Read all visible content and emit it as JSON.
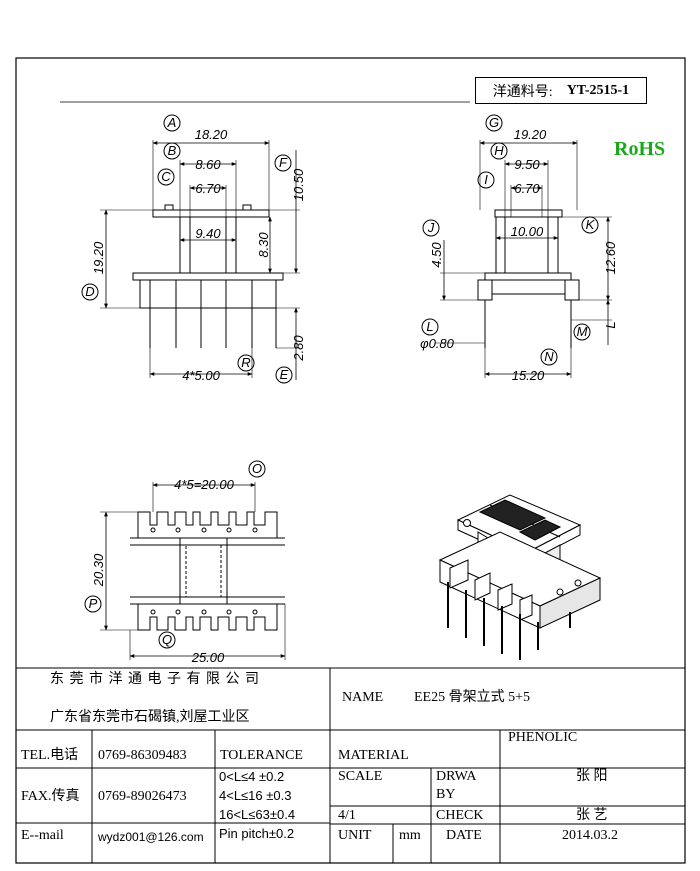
{
  "header": {
    "part_no_label": "洋通料号:",
    "part_no": "YT-2515-1",
    "rohs": "RoHS"
  },
  "front_view": {
    "dim_18_20": "18.20",
    "dim_8_60": "8.60",
    "dim_6_70": "6.70",
    "dim_9_40": "9.40",
    "dim_10_50": "10.50",
    "dim_8_30": "8.30",
    "dim_19_20": "19.20",
    "dim_2_80": "2.80",
    "dim_pitch": "4*5.00",
    "label_A": "A",
    "label_B": "B",
    "label_C": "C",
    "label_D": "D",
    "label_E": "E",
    "label_F": "F",
    "label_R": "R"
  },
  "side_view": {
    "dim_19_20": "19.20",
    "dim_9_50": "9.50",
    "dim_6_70": "6.70",
    "dim_10_00": "10.00",
    "dim_4_50": "4.50",
    "dim_12_60": "12.60",
    "dim_pin_dia": "φ0.80",
    "dim_15_20": "15.20",
    "dim_L": "L",
    "label_G": "G",
    "label_H": "H",
    "label_I": "I",
    "label_J": "J",
    "label_K": "K",
    "label_L": "L",
    "label_M": "M",
    "label_N": "N"
  },
  "bottom_view": {
    "dim_pitch": "4*5=20.00",
    "dim_20_30": "20.30",
    "dim_25_00": "25.00",
    "label_O": "O",
    "label_P": "P",
    "label_Q": "Q"
  },
  "title_block": {
    "company": "东 莞 市 洋 通 电 子 有 限 公 司",
    "address": "广东省东莞市石碣镇,刘屋工业区",
    "name_label": "NAME",
    "name_value": "EE25 骨架立式 5+5",
    "tel_label": "TEL.电话",
    "tel_value": "0769-86309483",
    "fax_label": "FAX.传真",
    "fax_value": "0769-89026473",
    "email_label": "E--mail",
    "email_value": "wydz001@126.com",
    "tolerance_label": "TOLERANCE",
    "tol_1": "0<L≤4   ±0.2",
    "tol_2": "4<L≤16  ±0.3",
    "tol_3": "16<L≤63±0.4",
    "tol_4": "Pin pitch±0.2",
    "material_label": "MATERIAL",
    "material_value": "PHENOLIC",
    "scale_label": "SCALE",
    "scale_value": "4/1",
    "draw_label_1": "DRWA",
    "draw_label_2": "BY",
    "draw_value": "张 阳",
    "check_label": "CHECK",
    "check_value": "张 艺",
    "unit_label": "UNIT",
    "unit_value": "mm",
    "date_label": "DATE",
    "date_value": "2014.03.2"
  }
}
